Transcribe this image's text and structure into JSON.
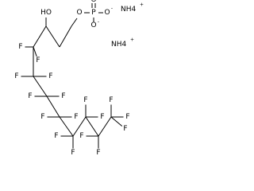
{
  "labels": {
    "F": "F",
    "HO": "HO",
    "O": "O",
    "P": "P",
    "NH4": "NH4",
    "plus": "+",
    "minus": "-"
  },
  "colors": {
    "ink": "#000000",
    "background": "#ffffff"
  }
}
